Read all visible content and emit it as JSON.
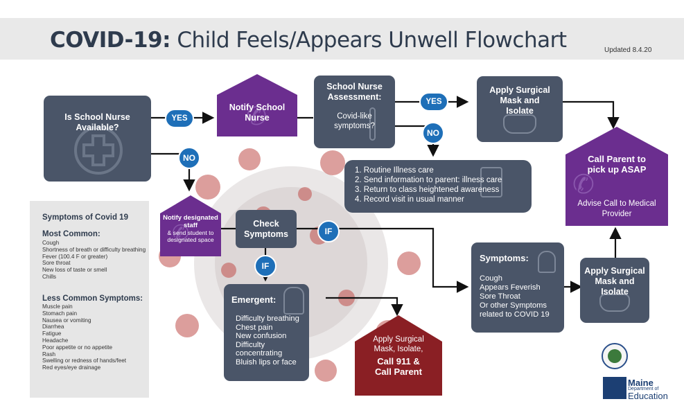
{
  "header": {
    "title_bold": "COVID-19:",
    "title_rest": " Child Feels/Appears Unwell Flowchart",
    "updated": "Updated 8.4.20"
  },
  "nodes": {
    "nurse_available": "Is School Nurse Available?",
    "notify_nurse": "Notify School Nurse",
    "nurse_assessment_title": "School Nurse Assessment:",
    "nurse_assessment_body": "Covid-like symptoms?",
    "apply_mask_top": "Apply Surgical Mask and Isolate",
    "routine_list": [
      "1. Routine Illness care",
      "2. Send information to parent: illness care",
      "3. Return to class heightened awareness",
      "4. Record visit in usual manner"
    ],
    "call_parent_title": "Call Parent to pick up ASAP",
    "call_parent_body": "Advise Call to Medical Provider",
    "notify_staff_bold": "Notify designated staff",
    "notify_staff_rest": "& send student to designated space",
    "check_symptoms": "Check Symptoms",
    "emergent_title": "Emergent:",
    "emergent_list": [
      "Difficulty breathing",
      "Chest pain",
      "New confusion",
      "Difficulty concentrating",
      "Bluish lips or face"
    ],
    "call911_text": "Apply Surgical Mask, Isolate,",
    "call911_bold": "Call 911 & Call Parent",
    "symptoms_title": "Symptoms:",
    "symptoms_list": [
      "Cough",
      "Appears Feverish",
      "Sore Throat",
      "Or other Symptoms related to COVID 19"
    ],
    "apply_mask_right": "Apply Surgical Mask and Isolate"
  },
  "connectors": {
    "yes1": "YES",
    "no1": "NO",
    "yes2": "YES",
    "no2": "NO",
    "if_right": "IF",
    "if_down": "IF"
  },
  "symptoms_panel": {
    "title": "Symptoms of Covid 19",
    "most_common_heading": "Most Common:",
    "most_common": [
      "Cough",
      "Shortness of breath or difficulty breathing",
      "Fever (100.4 F or greater)",
      "Sore throat",
      "New loss of taste or smell",
      "Chills"
    ],
    "less_common_heading": "Less Common Symptoms:",
    "less_common": [
      "Muscle pain",
      "Stomach pain",
      "Nausea or vomiting",
      "Diarrhea",
      "Fatigue",
      "Headache",
      "Poor appetite or no appetite",
      "Rash",
      "Swelling or redness of hands/feet",
      "Red eyes/eye drainage"
    ]
  },
  "logo": {
    "line1": "Maine",
    "line2": "Department of",
    "line3": "Education"
  },
  "colors": {
    "slate": "#4a5568",
    "purple": "#6b2e8f",
    "maroon": "#8a1f24",
    "blue": "#1e6fb8"
  }
}
